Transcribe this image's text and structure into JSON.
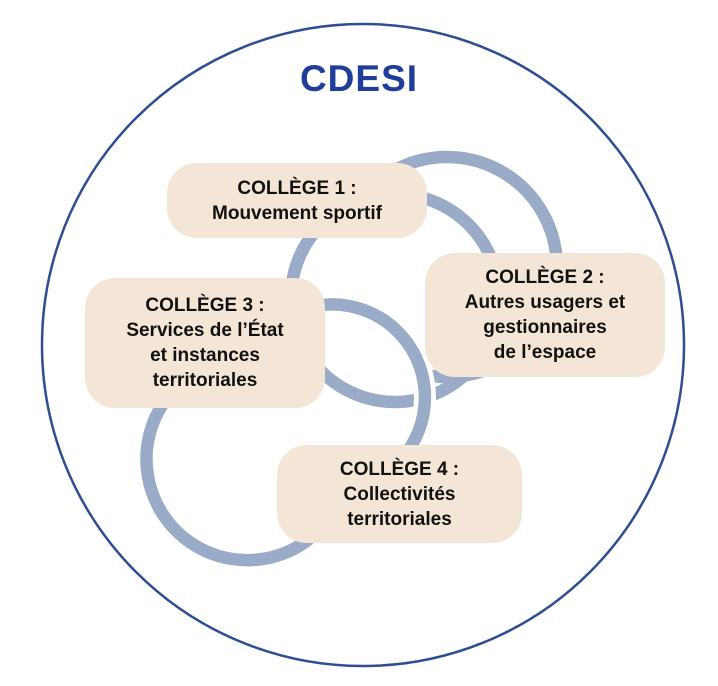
{
  "diagram": {
    "title": "CDESI",
    "colleges": [
      {
        "heading": "COLLÈGE 1 :",
        "lines": [
          "Mouvement sportif"
        ]
      },
      {
        "heading": "COLLÈGE 2 :",
        "lines": [
          "Autres usagers et",
          "gestionnaires",
          "de l’espace"
        ]
      },
      {
        "heading": "COLLÈGE 3 :",
        "lines": [
          "Services de l’État",
          "et instances",
          "territoriales"
        ]
      },
      {
        "heading": "COLLÈGE 4 :",
        "lines": [
          "Collectivités",
          "territoriales"
        ]
      }
    ]
  },
  "colors": {
    "title-blue": "#1f3d99",
    "outer-circle-blue": "#2e4d92",
    "ring-gray-blue": "#9aabc8",
    "box-beige": "#f4e6d6"
  }
}
